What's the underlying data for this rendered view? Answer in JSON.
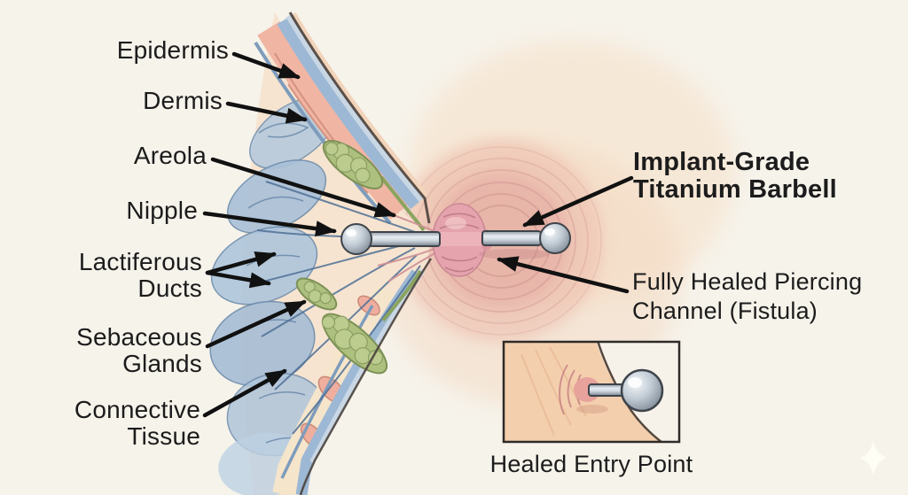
{
  "title": "Nipple piercing anatomy diagram",
  "colors": {
    "background": "#f6f3eb",
    "label_text": "#1c1c1c",
    "arrow": "#111111",
    "skin_pink": "#e4a3ad",
    "areola_pink": "#e2a29c",
    "dermis_pink": "#f1b5a4",
    "tissue_blue": "#a9c0d8",
    "gland_green": "#aec07e",
    "metal_silver": "#c2ccd5",
    "inset_border": "#2e2b28",
    "sparkle_white": "#fffef6"
  },
  "labels": {
    "epidermis": "Epidermis",
    "dermis": "Dermis",
    "areola": "Areola",
    "nipple": "Nipple",
    "lactiferous_ducts_line1": "Lactiferous",
    "lactiferous_ducts_line2": "Ducts",
    "sebaceous_glands_line1": "Sebaceous",
    "sebaceous_glands_line2": "Glands",
    "connective_tissue_line1": "Connective",
    "connective_tissue_line2": "Tissue",
    "barbell_line1": "Implant-Grade",
    "barbell_line2": "Titanium Barbell",
    "piercing_channel_line1": "Fully Healed Piercing",
    "piercing_channel_line2": "Channel (Fistula)",
    "inset_caption": "Healed Entry Point"
  }
}
